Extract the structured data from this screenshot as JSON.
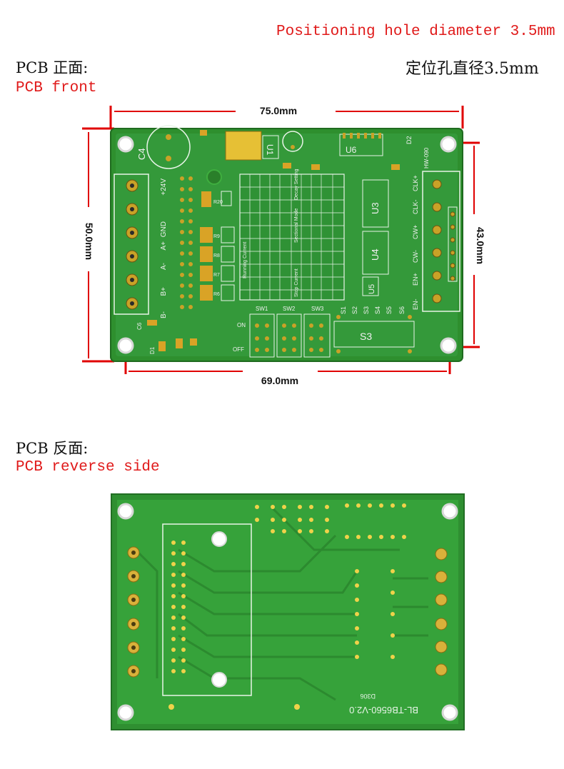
{
  "header": {
    "hole_note_en": "Positioning hole diameter 3.5mm",
    "hole_note_cn": "定位孔直径3.5mm"
  },
  "front": {
    "title_cn": "PCB 正面:",
    "title_en": "PCB front",
    "dim_width": "75.0mm",
    "dim_height": "50.0mm",
    "dim_hole_x": "69.0mm",
    "dim_hole_y": "43.0mm",
    "silk": {
      "c4": "C4",
      "u1": "U1",
      "u6": "U6",
      "u3": "U3",
      "u4": "U4",
      "u5": "U5",
      "s3": "S3",
      "d2": "D2",
      "hw": "HW-090",
      "d1": "D1",
      "c6": "C6",
      "left_pins": [
        "+24V",
        "GND",
        "A+",
        "A-",
        "B+",
        "B-"
      ],
      "right_pins": [
        "CLK+",
        "CLK-",
        "CW+",
        "CW-",
        "EN+",
        "EN-"
      ],
      "sw": [
        "SW1",
        "SW2",
        "SW3"
      ],
      "s_labels": [
        "S1",
        "S2",
        "S3",
        "S4",
        "S5",
        "S6"
      ],
      "on": "ON",
      "off": "OFF",
      "resistors": [
        "R20",
        "R9",
        "R8",
        "R7",
        "R6"
      ],
      "table_running": "Running Current",
      "table_stop": "Stop Current",
      "table_section": "Sectional Mode",
      "table_decay": "Decay Setting"
    }
  },
  "reverse": {
    "title_cn": "PCB 反面:",
    "title_en": "PCB reverse side",
    "board_label": "BL-TB6560-V2.0",
    "date_code": "D306"
  },
  "colors": {
    "pcb_green": "#2e8f2e",
    "pcb_light": "#3aa53a",
    "copper": "#c9a227",
    "dimension_red": "#e00000",
    "annotation_red": "#e01a1a"
  }
}
